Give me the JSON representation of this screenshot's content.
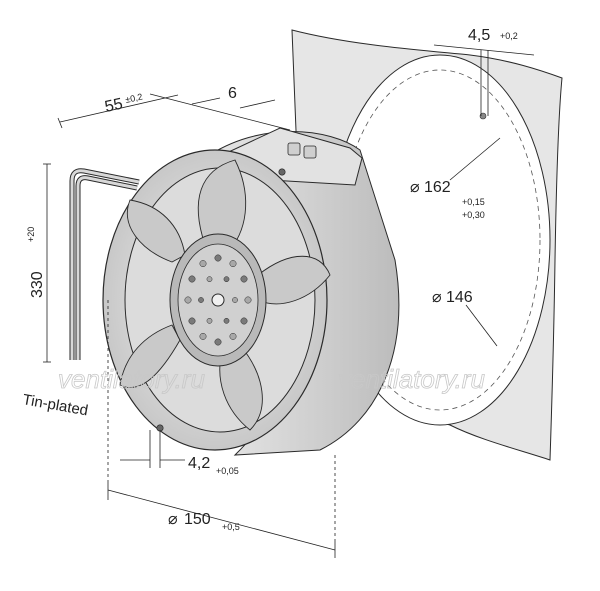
{
  "dimensions": {
    "depth": {
      "value": "55",
      "tolerance": "±0,2"
    },
    "flange_depth": {
      "value": "6"
    },
    "cable_length": {
      "value": "330",
      "tolerance": "+20"
    },
    "cable_finish": "Tin-plated",
    "hole_spacing": {
      "value": "4,5",
      "tolerance": "+0,2"
    },
    "cutout_diameter": {
      "symbol": "⌀",
      "value": "162",
      "tolerance_upper": "+0,15",
      "tolerance_lower": "+0,30"
    },
    "inner_diameter": {
      "symbol": "⌀",
      "value": "146"
    },
    "mount_hole": {
      "value": "4,2",
      "tolerance": "+0,05"
    },
    "outer_diameter": {
      "symbol": "⌀",
      "value": "150",
      "tolerance": "+0,5"
    }
  },
  "watermarks": [
    "ventilatory.ru",
    "ventilatory.ru"
  ],
  "colors": {
    "plate": "#e6e6e6",
    "fan_body": "#d4d4d4",
    "fan_light": "#ececec",
    "blade": "#c9c9c9",
    "hub": "#b9b9b9",
    "outline": "#2a2a2a"
  }
}
